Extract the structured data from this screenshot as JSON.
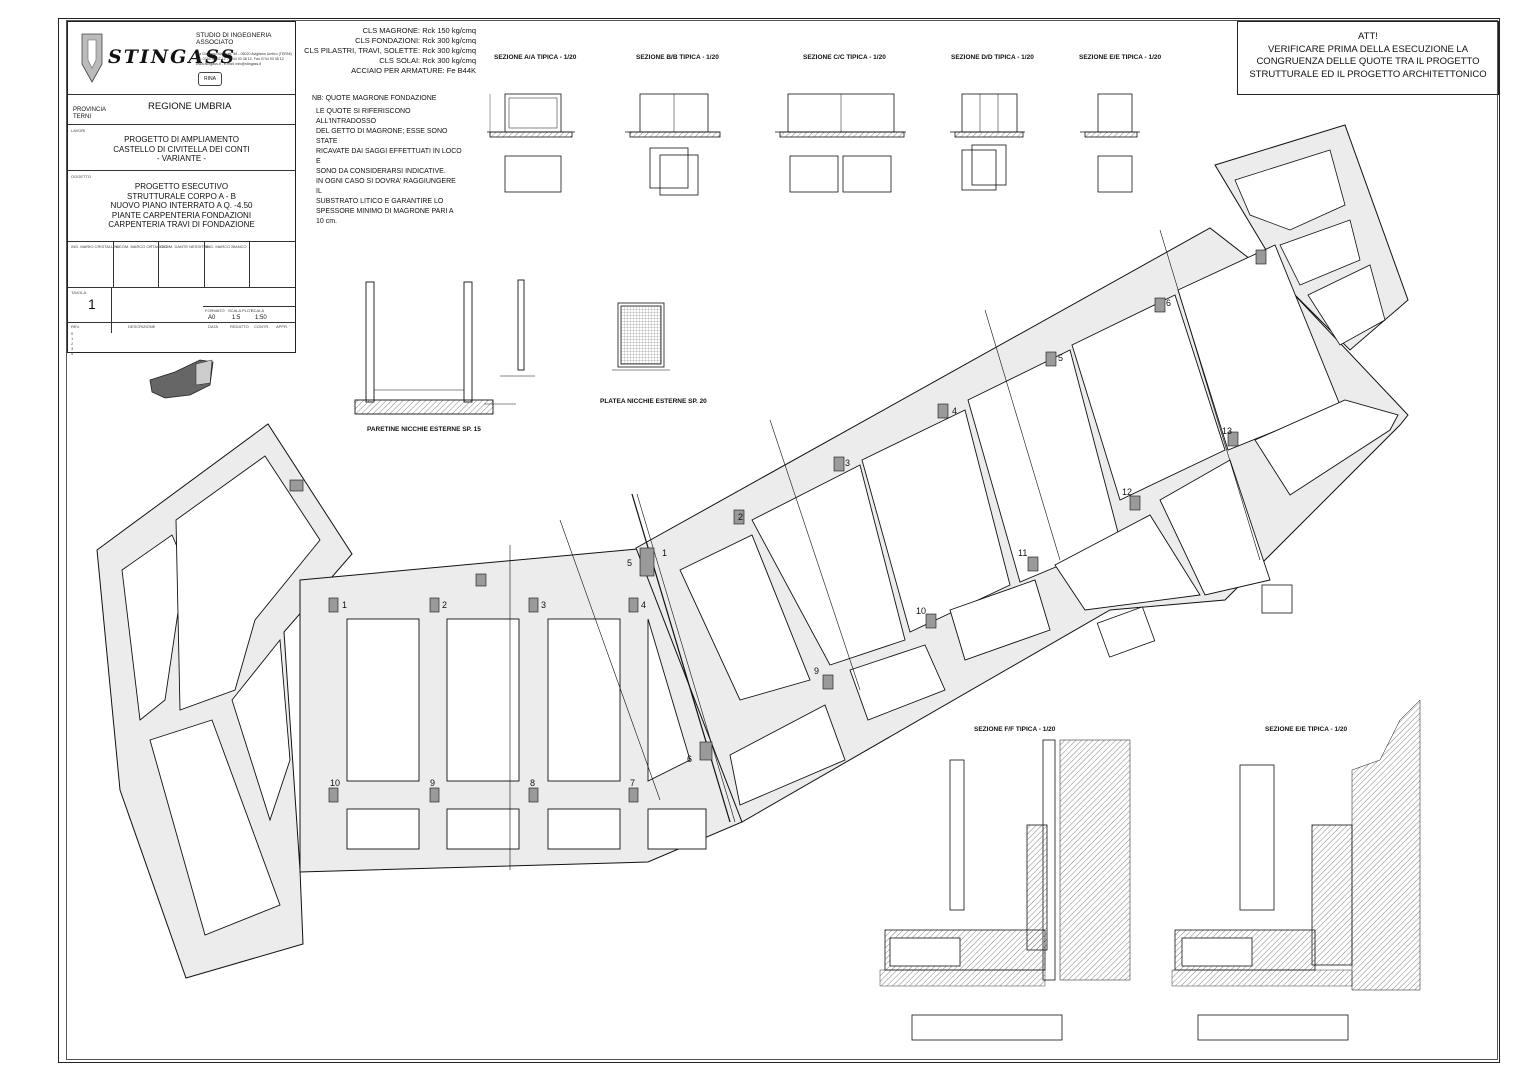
{
  "title_block": {
    "studio": "STUDIO DI INGEGNERIA ASSOCIATO",
    "logo": "STINGASS",
    "address_lines": [
      "Via Giacomo Matteotti, 58 - 05020 Avigliano Umbro (TERNI)",
      "Tel. 0744 93 32 12 - 0744 93 38 12, Fax 0744 93 38 12",
      "www.stingass.it - e-mail: info@stingass.it"
    ],
    "cert_badge": "RINA",
    "provincia_label": "PROVINCIA",
    "provincia": "TERNI",
    "regione": "REGIONE UMBRIA",
    "lavori_label": "LAVORI",
    "project_lines": [
      "PROGETTO DI AMPLIAMENTO",
      "CASTELLO DI CIVITELLA DEI CONTI",
      "- VARIANTE -"
    ],
    "oggetto_label": "OGGETTO",
    "object_lines": [
      "PROGETTO ESECUTIVO",
      "STRUTTURALE CORPO A - B",
      "NUOVO PIANO INTERRATO A Q. -4.50",
      "PIANTE CARPENTERIA FONDAZIONI",
      "CARPENTERIA TRAVI DI FONDAZIONE"
    ],
    "sig_labels": [
      "ING. MARIO CRISTALLINI",
      "GEOM. MARCO ORTAGGIO",
      "GEOM. DANTE NESSITINI",
      "ING. MARCO BIANCO"
    ],
    "tavola_label": "TAVOLA",
    "tavola": "1",
    "fields": {
      "formato_label": "FORMATO",
      "formato": "A0",
      "scala_label": "SCALA PLOT",
      "scala_plot": "1:5",
      "scala_dis_label": "SCALA",
      "scala": "1:50"
    },
    "rev_header": [
      "REV.",
      "DESCRIZIONE",
      "DATA",
      "REDATTO",
      "CONTR.",
      "APPR."
    ],
    "rev_rows": [
      "0",
      "1",
      "2",
      "3",
      "4"
    ]
  },
  "materials": [
    "CLS MAGRONE: Rck 150 kg/cmq",
    "CLS FONDAZIONI: Rck 300 kg/cmq",
    "CLS PILASTRI, TRAVI, SOLETTE: Rck 300 kg/cmq",
    "CLS SOLAI: Rck 300 kg/cmq",
    "ACCIAIO PER ARMATURE: Fe B44K"
  ],
  "note": {
    "title": "NB: QUOTE MAGRONE FONDAZIONE",
    "lines": [
      "LE QUOTE SI RIFERISCONO ALL'INTRADOSSO",
      "DEL GETTO DI MAGRONE; ESSE SONO STATE",
      "RICAVATE DAI SAGGI EFFETTUATI IN LOCO E",
      "SONO DA CONSIDERARSI INDICATIVE.",
      "IN OGNI CASO SI DOVRA' RAGGIUNGERE IL",
      "SUBSTRATO LITICO E GARANTIRE LO",
      "SPESSORE MINIMO DI MAGRONE PARI A 10 cm."
    ]
  },
  "warning": {
    "lines": [
      "ATT!",
      "VERIFICARE PRIMA DELLA ESECUZIONE LA",
      "CONGRUENZA DELLE QUOTE TRA IL PROGETTO",
      "STRUTTURALE ED IL PROGETTO ARCHITETTONICO"
    ]
  },
  "section_titles": [
    "SEZIONE A/A TIPICA - 1/20",
    "SEZIONE B/B TIPICA - 1/20",
    "SEZIONE C/C TIPICA - 1/20",
    "SEZIONE D/D TIPICA - 1/20",
    "SEZIONE E/E TIPICA - 1/20"
  ],
  "bottom_sections": [
    "SEZIONE F/F TIPICA - 1/20",
    "SEZIONE E/E TIPICA - 1/20"
  ],
  "captions": {
    "walls": "PARETINE NICCHIE ESTERNE SP. 15",
    "slab": "PLATEA NICCHIE ESTERNE SP. 20"
  },
  "plan": {
    "pillars_left": [
      "1",
      "2",
      "3",
      "4",
      "10",
      "9",
      "8",
      "7",
      "5",
      "6"
    ],
    "pillars_right": [
      "1",
      "2",
      "3",
      "4",
      "5",
      "6",
      "9",
      "10",
      "11",
      "12",
      "13"
    ]
  },
  "colors": {
    "line": "#111111",
    "fill": "#e6e6e6",
    "hatch": "#555555",
    "pillar": "#9a9a9a"
  }
}
